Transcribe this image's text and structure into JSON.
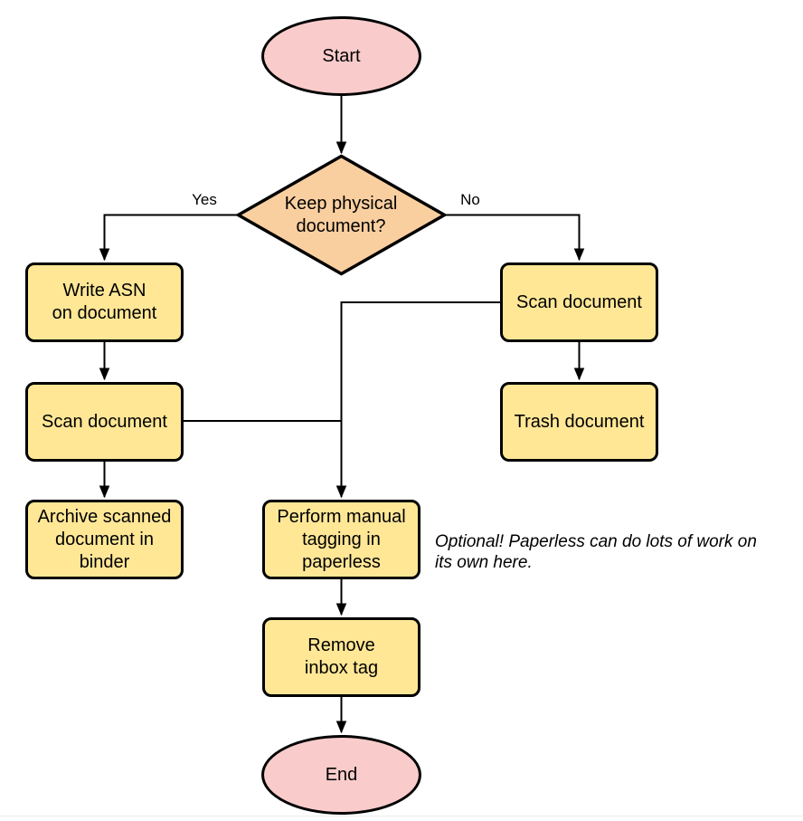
{
  "diagram": {
    "nodes": {
      "start": {
        "label": "Start"
      },
      "decision": {
        "label": "Keep physical\ndocument?"
      },
      "write_asn": {
        "label": "Write ASN\non document"
      },
      "scan_left": {
        "label": "Scan document"
      },
      "archive": {
        "label": "Archive scanned\ndocument in\nbinder"
      },
      "scan_right": {
        "label": "Scan document"
      },
      "trash": {
        "label": "Trash document"
      },
      "tagging": {
        "label": "Perform manual\ntagging in\npaperless"
      },
      "remove_inbox": {
        "label": "Remove\ninbox tag"
      },
      "end": {
        "label": "End"
      }
    },
    "edge_labels": {
      "yes": "Yes",
      "no": "No"
    },
    "note": "Optional! Paperless can do lots of work on\nits own here.",
    "colors": {
      "terminal_fill": "#f9cccb",
      "process_fill": "#ffe796",
      "decision_fill": "#facfa0",
      "stroke": "#000000",
      "edge": "#000000",
      "note_text": "#000000"
    }
  }
}
